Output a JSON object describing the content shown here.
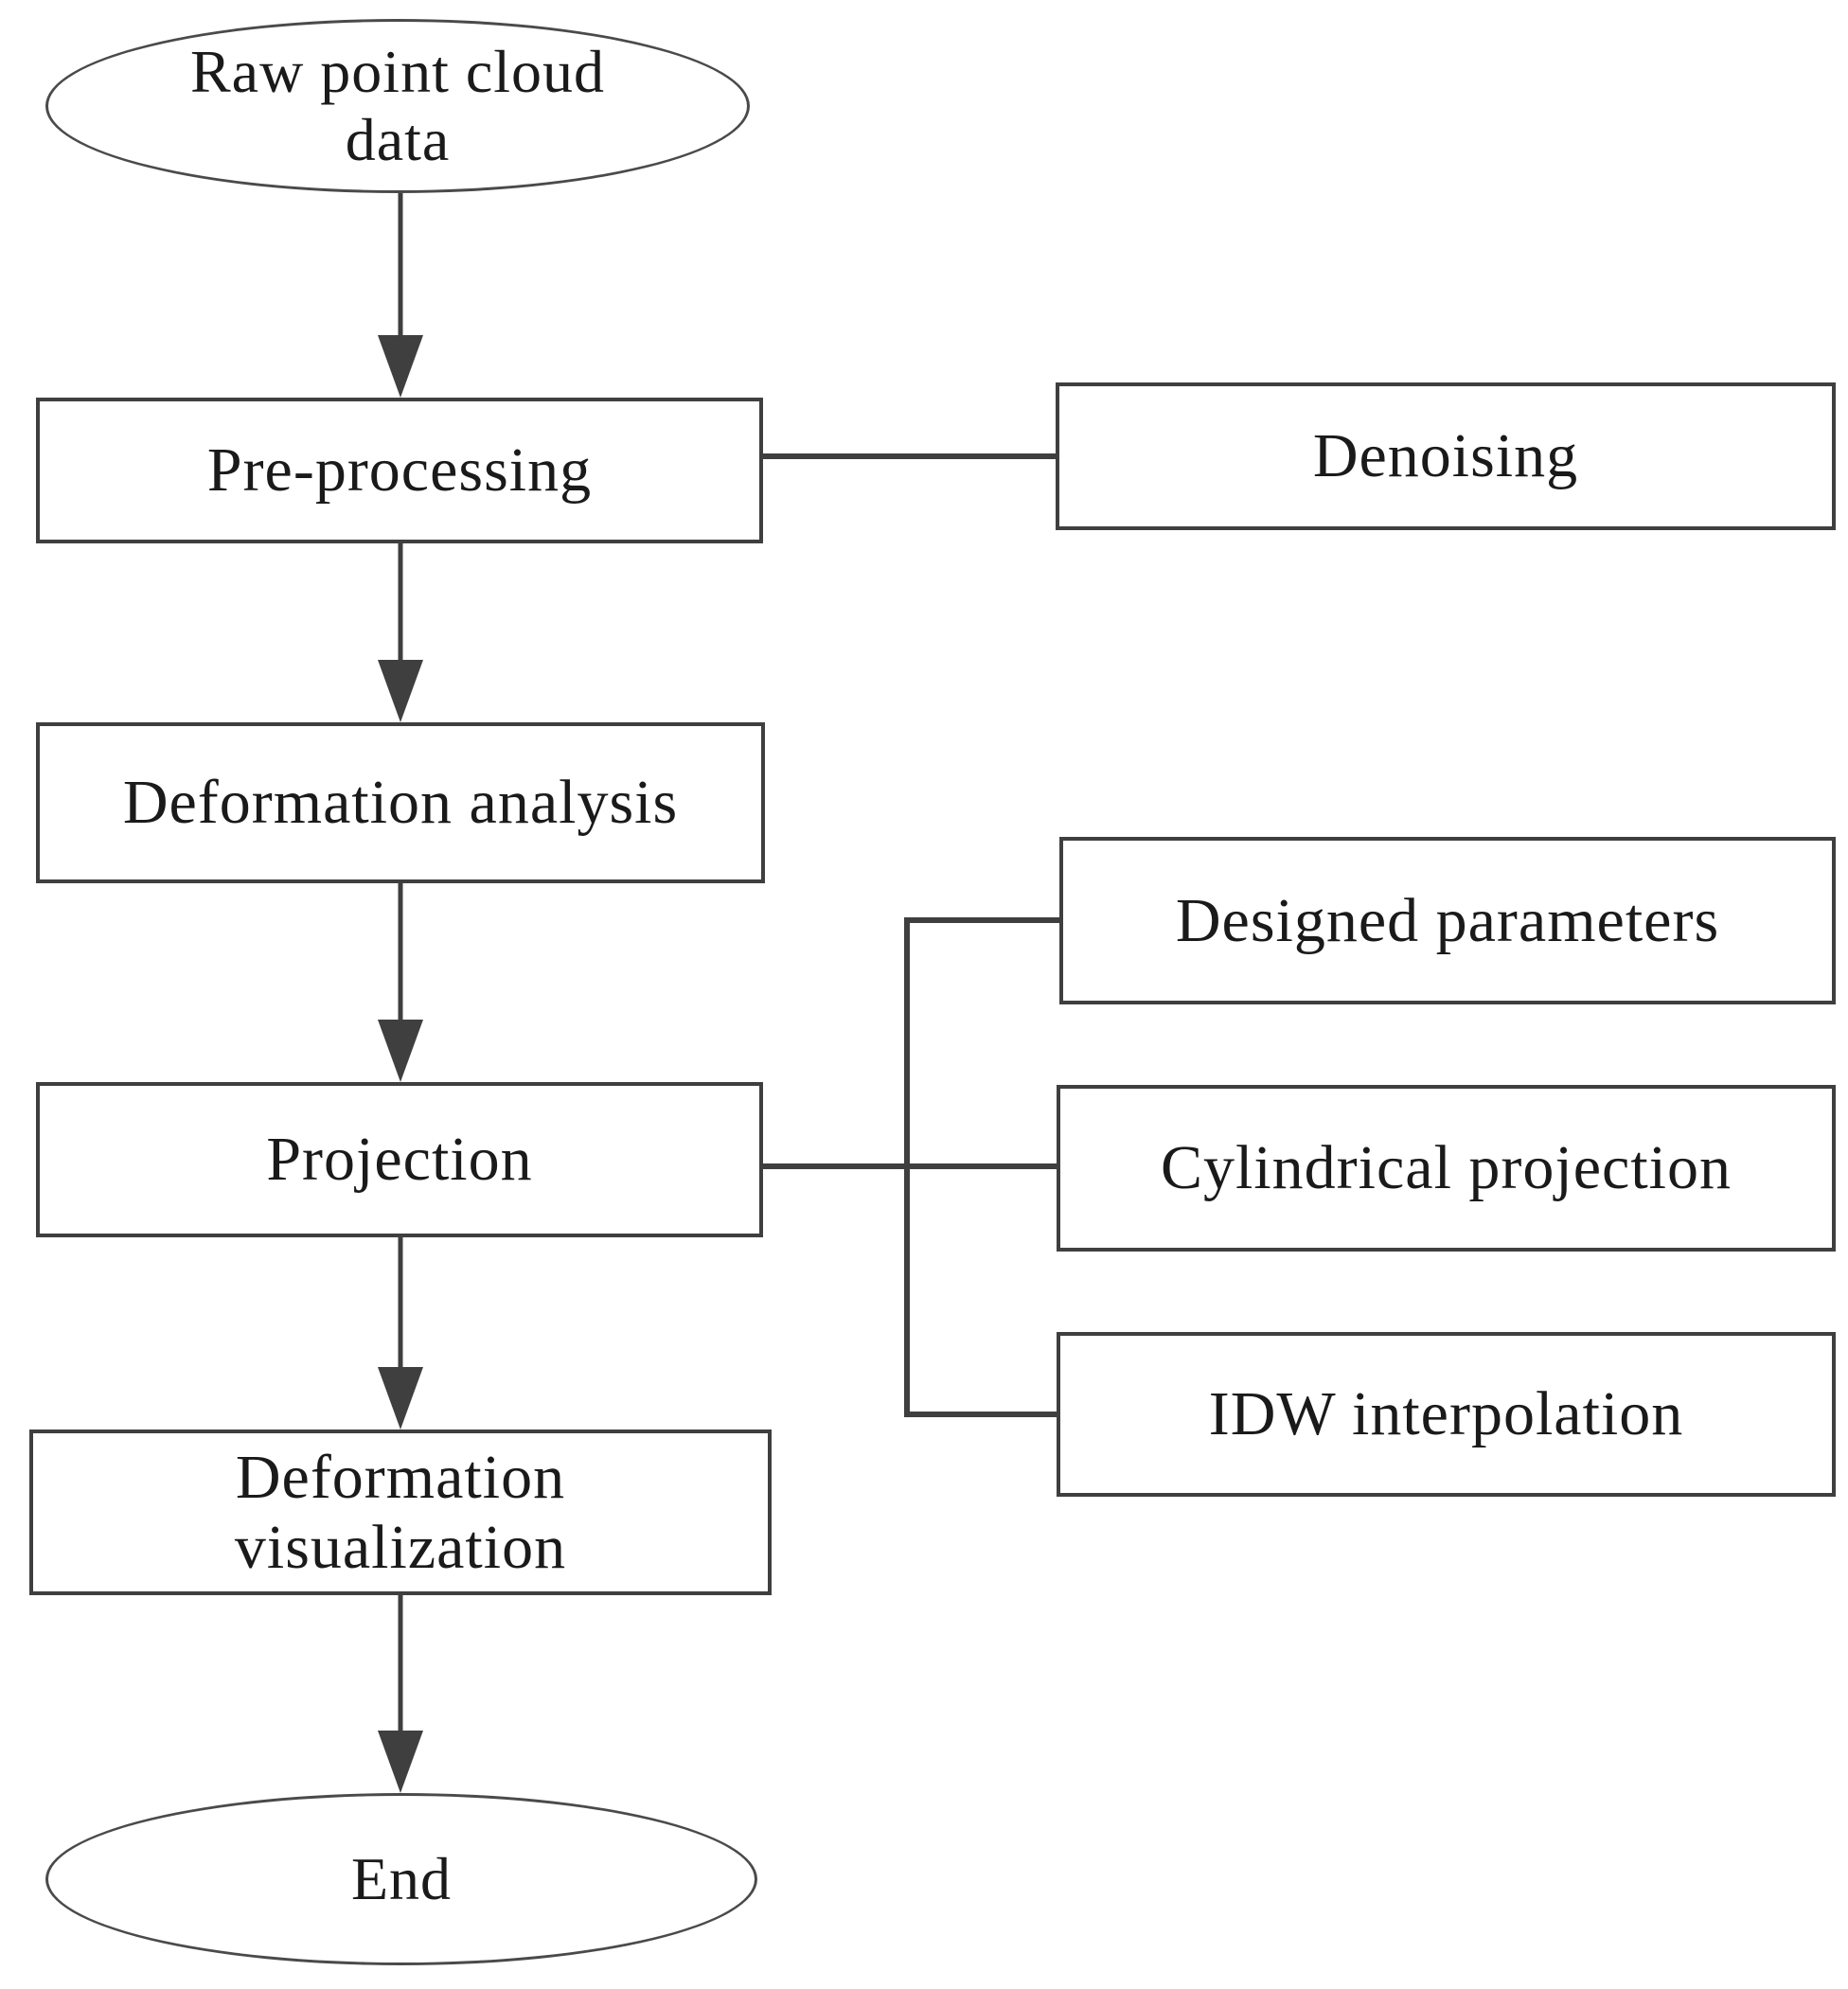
{
  "diagram_type": "flowchart",
  "colors": {
    "background": "#ffffff",
    "stroke": "#3f3f3f",
    "text": "#1a1a1a",
    "node_fill": "#ffffff"
  },
  "nodes": {
    "raw_data": {
      "label": "Raw point cloud data",
      "lines": [
        "Raw point cloud",
        "data"
      ],
      "shape": "ellipse"
    },
    "pre_processing": {
      "label": "Pre-processing",
      "shape": "rectangle"
    },
    "denoising": {
      "label": "Denoising",
      "shape": "rectangle"
    },
    "deformation_analysis": {
      "label": "Deformation analysis",
      "shape": "rectangle"
    },
    "projection": {
      "label": "Projection",
      "shape": "rectangle"
    },
    "designed_parameters": {
      "label": "Designed parameters",
      "shape": "rectangle"
    },
    "cylindrical_projection": {
      "label": "Cylindrical projection",
      "shape": "rectangle"
    },
    "idw_interpolation": {
      "label": "IDW interpolation",
      "shape": "rectangle"
    },
    "deformation_visualization": {
      "label": "Deformation visualization",
      "lines": [
        "Deformation",
        "visualization"
      ],
      "shape": "rectangle"
    },
    "end": {
      "label": "End",
      "shape": "ellipse"
    }
  },
  "edges": [
    {
      "from": "raw_data",
      "to": "pre_processing",
      "type": "arrow"
    },
    {
      "from": "pre_processing",
      "to": "denoising",
      "type": "line"
    },
    {
      "from": "pre_processing",
      "to": "deformation_analysis",
      "type": "arrow"
    },
    {
      "from": "deformation_analysis",
      "to": "projection",
      "type": "arrow"
    },
    {
      "from": "projection",
      "to": "designed_parameters",
      "type": "line"
    },
    {
      "from": "projection",
      "to": "cylindrical_projection",
      "type": "line"
    },
    {
      "from": "projection",
      "to": "idw_interpolation",
      "type": "line"
    },
    {
      "from": "projection",
      "to": "deformation_visualization",
      "type": "arrow"
    },
    {
      "from": "deformation_visualization",
      "to": "end",
      "type": "arrow"
    }
  ]
}
